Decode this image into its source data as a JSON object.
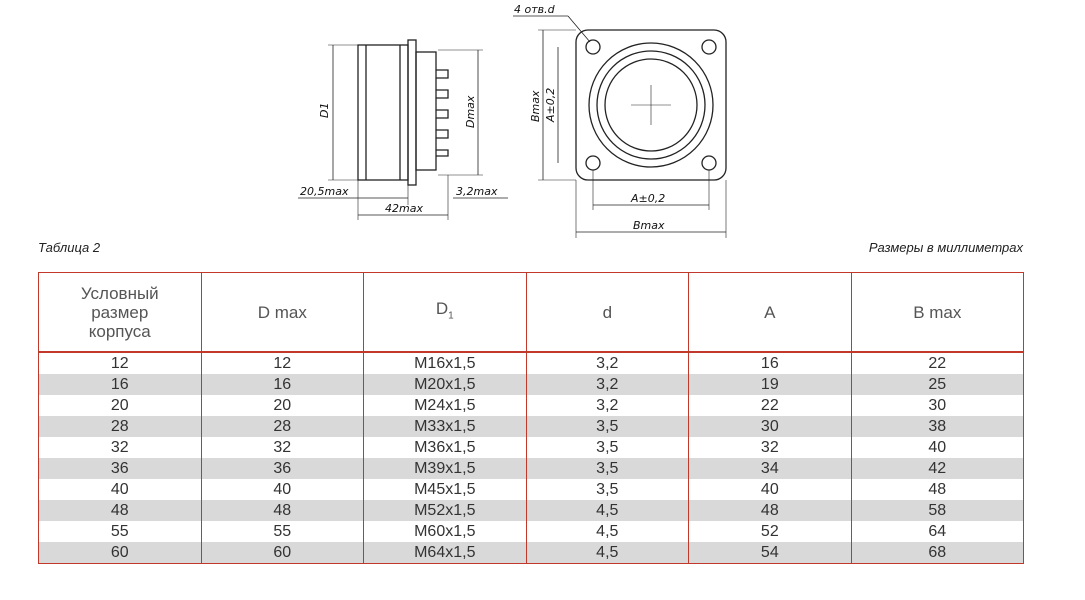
{
  "drawing": {
    "labels": {
      "holes": "4 отв.d",
      "d1": "D1",
      "dmax": "Dmax",
      "bmax_v": "Bmax",
      "a_v": "A±0,2",
      "dim_20_5": "20,5max",
      "dim_3_2": "3,2max",
      "dim_42": "42max",
      "a_h": "A±0,2",
      "bmax_h": "Bmax"
    }
  },
  "caption_left": "Таблица 2",
  "caption_right": "Размеры в миллиметрах",
  "table": {
    "headers": {
      "size": "Условный размер корпуса",
      "dmax": "D max",
      "d1_base": "D",
      "d1_sub": "1",
      "d": "d",
      "a": "A",
      "bmax": "B max"
    },
    "rows": [
      [
        "12",
        "12",
        "M16x1,5",
        "3,2",
        "16",
        "22"
      ],
      [
        "16",
        "16",
        "M20x1,5",
        "3,2",
        "19",
        "25"
      ],
      [
        "20",
        "20",
        "M24x1,5",
        "3,2",
        "22",
        "30"
      ],
      [
        "28",
        "28",
        "M33x1,5",
        "3,5",
        "30",
        "38"
      ],
      [
        "32",
        "32",
        "M36x1,5",
        "3,5",
        "32",
        "40"
      ],
      [
        "36",
        "36",
        "M39x1,5",
        "3,5",
        "34",
        "42"
      ],
      [
        "40",
        "40",
        "M45x1,5",
        "3,5",
        "40",
        "48"
      ],
      [
        "48",
        "48",
        "M52x1,5",
        "4,5",
        "48",
        "58"
      ],
      [
        "55",
        "55",
        "M60x1,5",
        "4,5",
        "52",
        "64"
      ],
      [
        "60",
        "60",
        "M64x1,5",
        "4,5",
        "54",
        "68"
      ]
    ]
  }
}
